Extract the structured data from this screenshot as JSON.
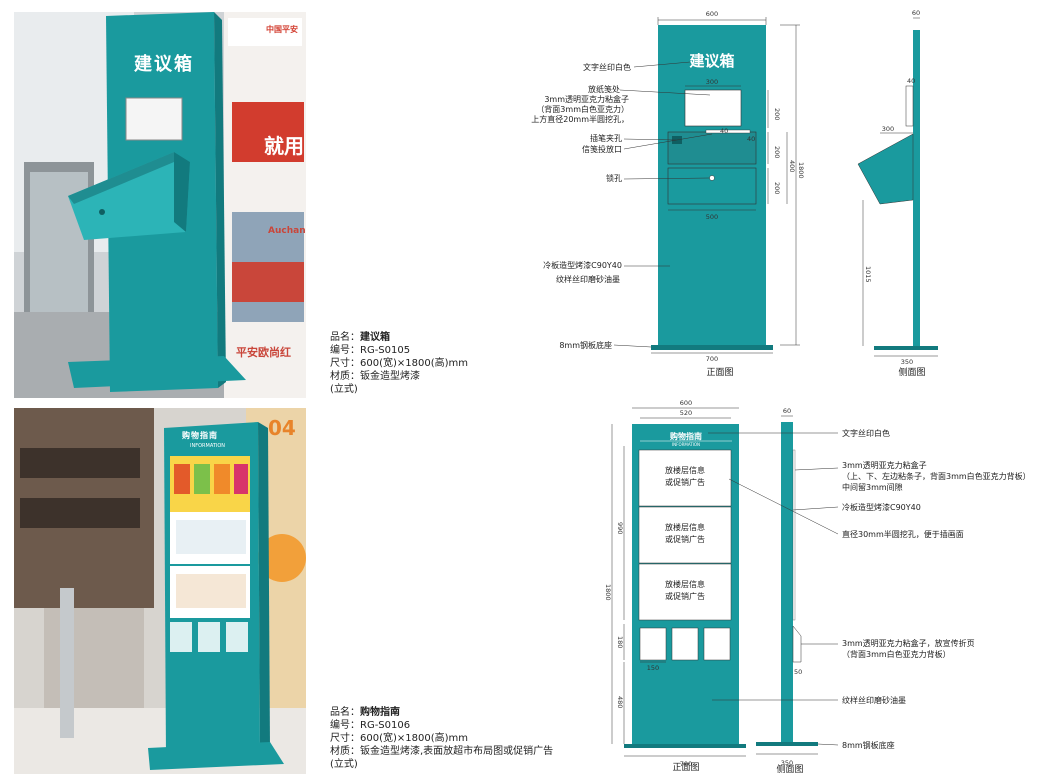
{
  "colors": {
    "teal": "#1a9a9e",
    "teal_dark": "#127a7e",
    "teal_light": "#2cb4b7",
    "dim_line": "#333333"
  },
  "photo1": {
    "title": "建议箱",
    "banner_brand": "中国平安",
    "banner_big": "就用",
    "banner_brand2": "Auchan",
    "banner_bottom": "平安欧尚红"
  },
  "photo2": {
    "header": "购物指南",
    "header_sub": "INFORMATION",
    "side_number": "04"
  },
  "product1": {
    "name_label": "品名：",
    "name": "建议箱",
    "code": "编号：RG-S0105",
    "size": "尺寸：600(宽)×1800(高)mm",
    "material": "材质：钣金造型烤漆",
    "note": "(立式)"
  },
  "product2": {
    "name_label": "品名：",
    "name": "购物指南",
    "code": "编号：RG-S0106",
    "size": "尺寸：600(宽)×1800(高)mm",
    "material": "材质：钣金造型烤漆,表面放超市布局图或促销广告",
    "note": "(立式)"
  },
  "drawing1": {
    "title": "建议箱",
    "labels": {
      "text_print": "文字丝印白色",
      "paper_slot": "放纸笺处",
      "box1": "3mm透明亚克力粘盒子",
      "box2": "（背面3mm白色亚克力）",
      "box3": "上方直径20mm半圆挖孔，",
      "pen_hole": "插笔夹孔",
      "letter_slot": "信笺投放口",
      "lock": "锁孔",
      "paint1": "冷板造型烤漆C90Y40",
      "paint2": "纹样丝印磨砂油墨",
      "base": "8mm钢板底座"
    },
    "dims": {
      "w600": "600",
      "w300": "300",
      "w500": "500",
      "w700": "700",
      "h200a": "200",
      "h200b": "200",
      "h200c": "200",
      "h400": "400",
      "h1800": "1800",
      "d40a": "40",
      "d40b": "40",
      "side60": "60",
      "side40": "40",
      "side300": "300",
      "side1015": "1015",
      "side350": "350"
    },
    "captions": {
      "front": "正面图",
      "side": "侧面图"
    }
  },
  "drawing2": {
    "header": "购物指南",
    "header_sub": "INFORMATION",
    "panel_text1": "放楼层信息",
    "panel_text2": "或促销广告",
    "labels": {
      "text_print": "文字丝印白色",
      "box1": "3mm透明亚克力粘盒子",
      "box2": "（上、下、左边粘条子，背面3mm白色亚克力背板）",
      "box3": "中间留3mm间隙",
      "paint": "冷板造型烤漆C90Y40",
      "hole": "直径30mm半圆挖孔，便于插画面",
      "pocket1": "3mm透明亚克力粘盒子，放宣传折页",
      "pocket2": "（背面3mm白色亚克力背板）",
      "ink": "纹样丝印磨砂油墨",
      "base": "8mm钢板底座"
    },
    "dims": {
      "w600": "600",
      "w520": "520",
      "w150": "150",
      "w700": "700",
      "h990": "990",
      "h1800": "1800",
      "h180": "180",
      "h480": "480",
      "side60": "60",
      "side50": "50",
      "side350": "350"
    },
    "captions": {
      "front": "正面图",
      "side": "侧面图"
    }
  }
}
